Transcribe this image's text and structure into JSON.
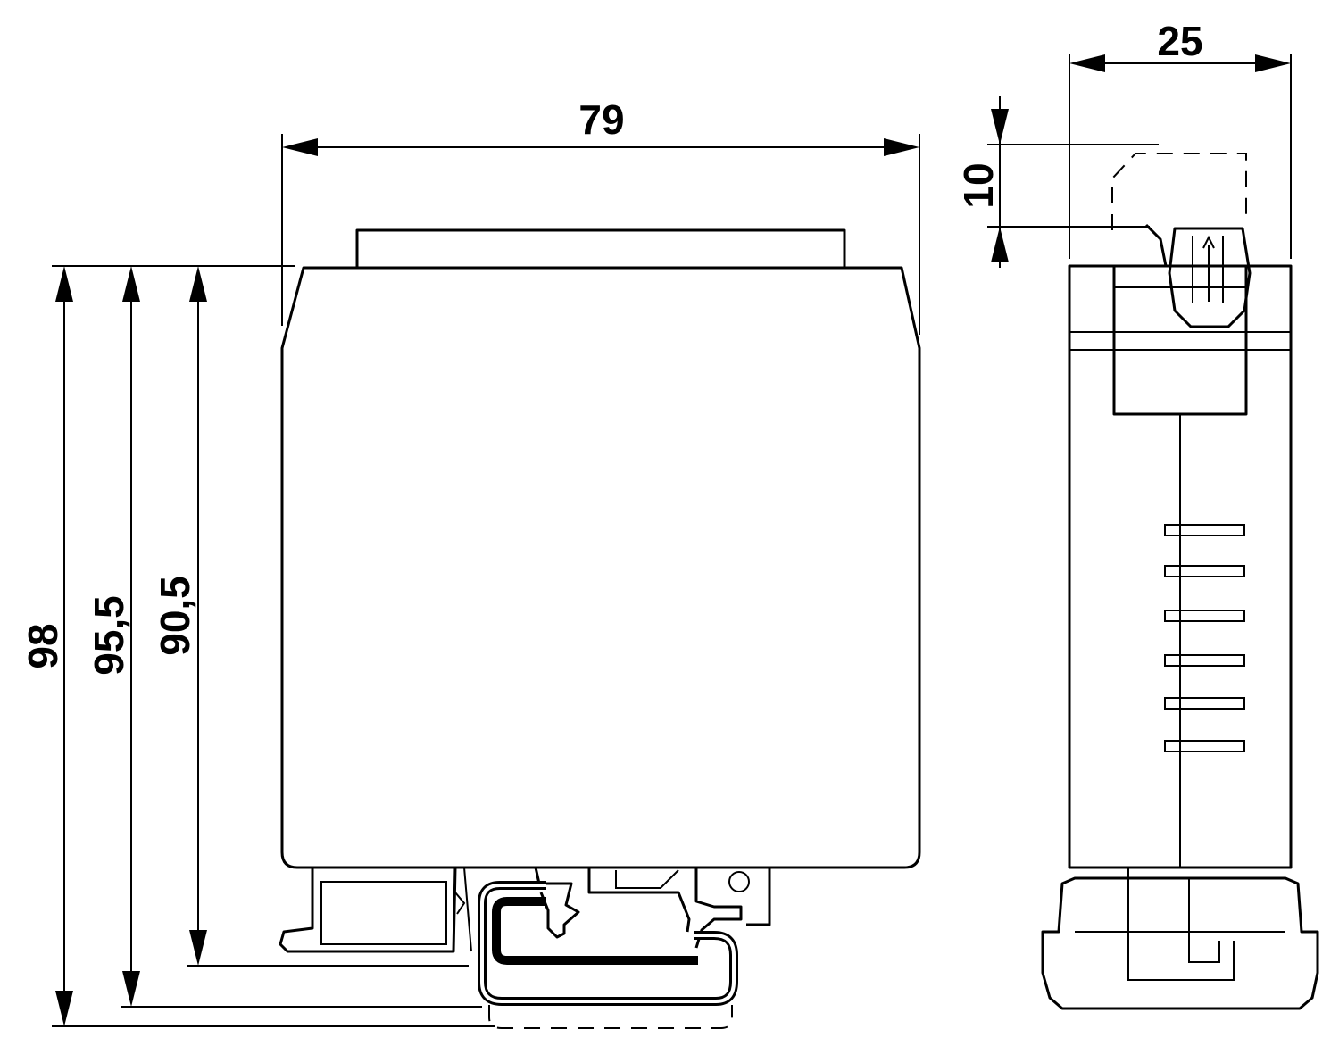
{
  "dimensions": {
    "width_front": "79",
    "width_side": "25",
    "height_connector": "10",
    "height_total": "98",
    "height_mid": "95,5",
    "height_body": "90,5"
  }
}
